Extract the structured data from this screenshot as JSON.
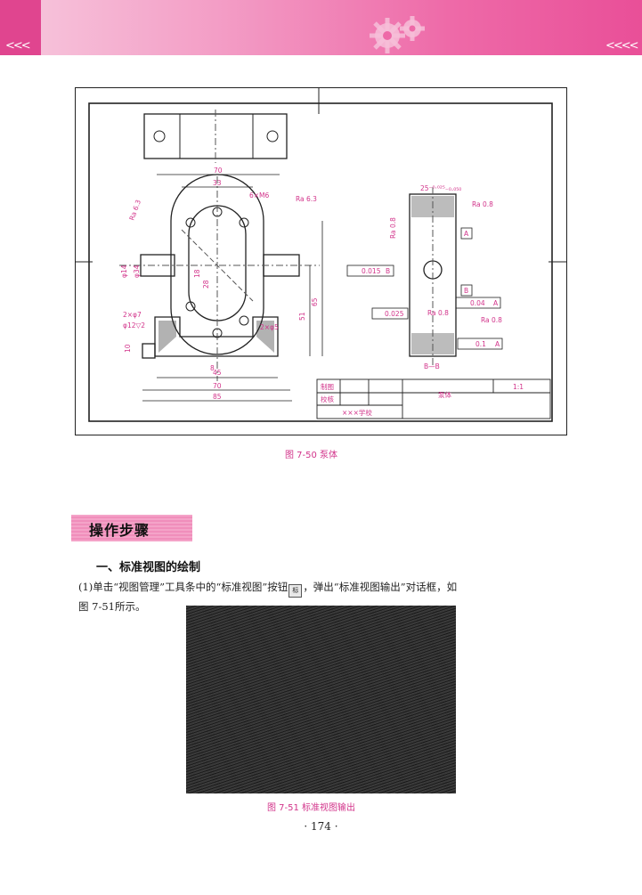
{
  "header": {
    "left_chevrons": "<<<",
    "right_chevrons": "<<<<"
  },
  "drawing": {
    "dims": {
      "top_70": "70",
      "top_33": "33",
      "holes": "6×M6",
      "ra_right": "Ra 6.3",
      "ra_left": "Ra 6.3",
      "dia14": "φ14",
      "dia34": "φ34",
      "d18": "18",
      "d28": "28",
      "d65": "65",
      "d51": "51",
      "pin": "2×φ7",
      "cbore": "φ12▽2",
      "d10": "10",
      "pin5": "2×φ5",
      "d8": "8",
      "b45": "45",
      "b70": "70",
      "b85": "85",
      "sec_ra1": "Ra 0.8",
      "sec_ra2": "Ra 0.8",
      "sec_ra3": "Ra 0.8",
      "sec_ra4": "Ra 0.8",
      "sec_dim": "25⁻⁰·⁰²⁵₋₀.₀₅₀",
      "datum_a": "A",
      "datum_b": "B",
      "tol1": "0.015",
      "tol1_ref": "B",
      "tol2": "0.025",
      "tol3": "0.04",
      "tol3_ref": "A",
      "tol4": "0.1",
      "tol4_ref": "A",
      "section_label": "B—B"
    },
    "title_block": {
      "drawn": "制图",
      "checked": "校核",
      "name": "泵体",
      "scale": "1:1",
      "school": "×××学校"
    }
  },
  "figure1_caption": "图 7-50   泵体",
  "step_title": "操作步骤",
  "section_heading": "一、标准视图的绘制",
  "paragraph_before": "(1)单击“视图管理”工具条中的“标准视图”按钮",
  "paragraph_after": "，弹出“标准视图输出”对话框，如",
  "paragraph_line2": "图 7-51所示。",
  "button_glyph": "标",
  "figure2_caption": "图 7-51   标准视图输出",
  "page_number": "· 174 ·",
  "colors": {
    "banner": "#e94f98",
    "caption": "#d2338a",
    "dimension": "#d2338a"
  }
}
